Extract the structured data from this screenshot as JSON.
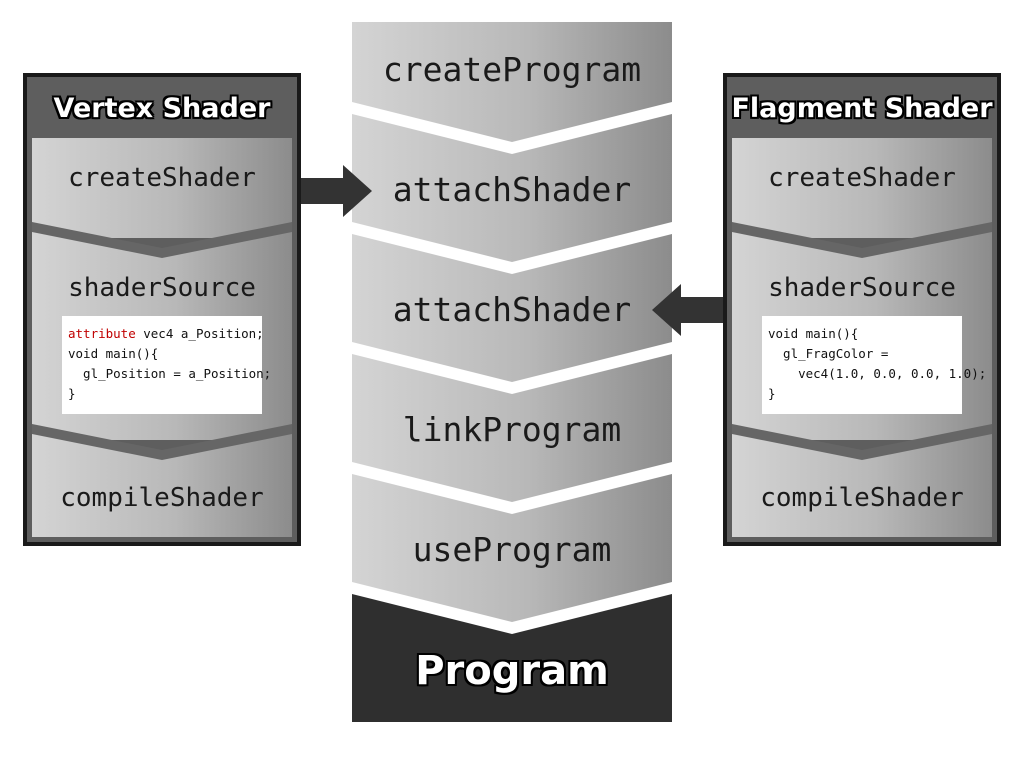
{
  "program_steps": [
    "createProgram",
    "attachShader",
    "attachShader",
    "linkProgram",
    "useProgram"
  ],
  "program_result": "Program",
  "vertex_shader": {
    "title": "Vertex Shader",
    "steps": [
      "createShader",
      "shaderSource",
      "compileShader"
    ],
    "code_keyword": "attribute",
    "code_first_rest": " vec4 a_Position;",
    "code_lines": [
      "void main(){",
      "  gl_Position = a_Position;",
      "}"
    ]
  },
  "fragment_shader": {
    "title": "Flagment Shader",
    "steps": [
      "createShader",
      "shaderSource",
      "compileShader"
    ],
    "code_lines": [
      "void main(){",
      "  gl_FragColor =",
      "    vec4(1.0, 0.0, 0.0, 1.0);",
      "}"
    ]
  },
  "colors": {
    "panel_border": "#1a1a1a",
    "panel_header": "#5a5a5a",
    "step_light": "#d2d2d2",
    "step_dark": "#8a8a8a",
    "program_block": "#2f2f2f",
    "arrow": "#333333",
    "code_keyword": "#c00000"
  }
}
